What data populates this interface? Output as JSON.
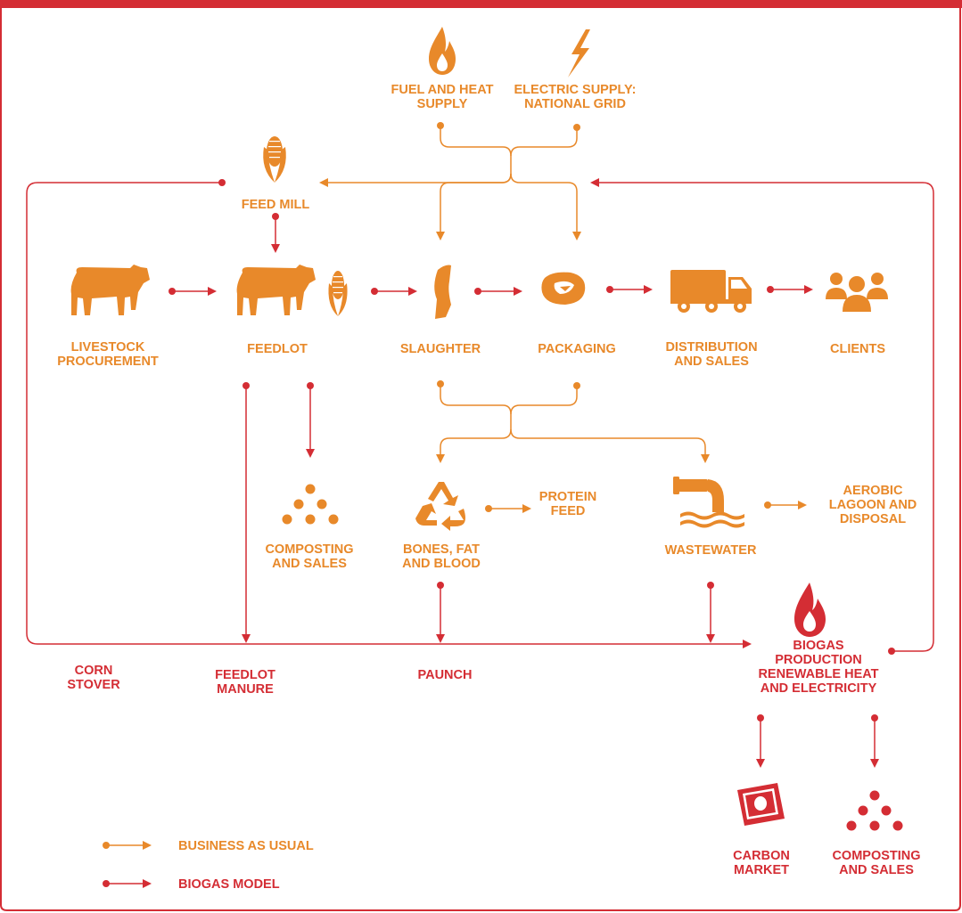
{
  "colors": {
    "bau": "#E8892A",
    "biogas": "#D42D34",
    "frame": "#D42D34"
  },
  "nodes": {
    "fuel_heat": "FUEL AND HEAT\nSUPPLY",
    "electric": "ELECTRIC SUPPLY:\nNATIONAL GRID",
    "feed_mill": "FEED MILL",
    "livestock": "LIVESTOCK\nPROCUREMENT",
    "feedlot": "FEEDLOT",
    "slaughter": "SLAUGHTER",
    "packaging": "PACKAGING",
    "distribution": "DISTRIBUTION\nAND SALES",
    "clients": "CLIENTS",
    "composting1": "COMPOSTING\nAND SALES",
    "bones": "BONES, FAT\nAND BLOOD",
    "protein": "PROTEIN\nFEED",
    "wastewater": "WASTEWATER",
    "aerobic": "AEROBIC\nLAGOON AND\nDISPOSAL",
    "biogas": "BIOGAS\nPRODUCTION\nRENEWABLE HEAT\nAND ELECTRICITY",
    "corn_stover": "CORN\nSTOVER",
    "feedlot_manure": "FEEDLOT\nMANURE",
    "paunch": "PAUNCH",
    "carbon": "CARBON\nMARKET",
    "composting2": "COMPOSTING\nAND SALES"
  },
  "legend": {
    "bau": "BUSINESS AS USUAL",
    "biogas": "BIOGAS MODEL"
  },
  "icons": [
    "flame-icon",
    "lightning-icon",
    "corn-icon",
    "cow-icon",
    "carcass-icon",
    "steak-icon",
    "truck-icon",
    "people-icon",
    "pile-icon",
    "recycle-icon",
    "pipe-icon",
    "banknote-icon"
  ]
}
